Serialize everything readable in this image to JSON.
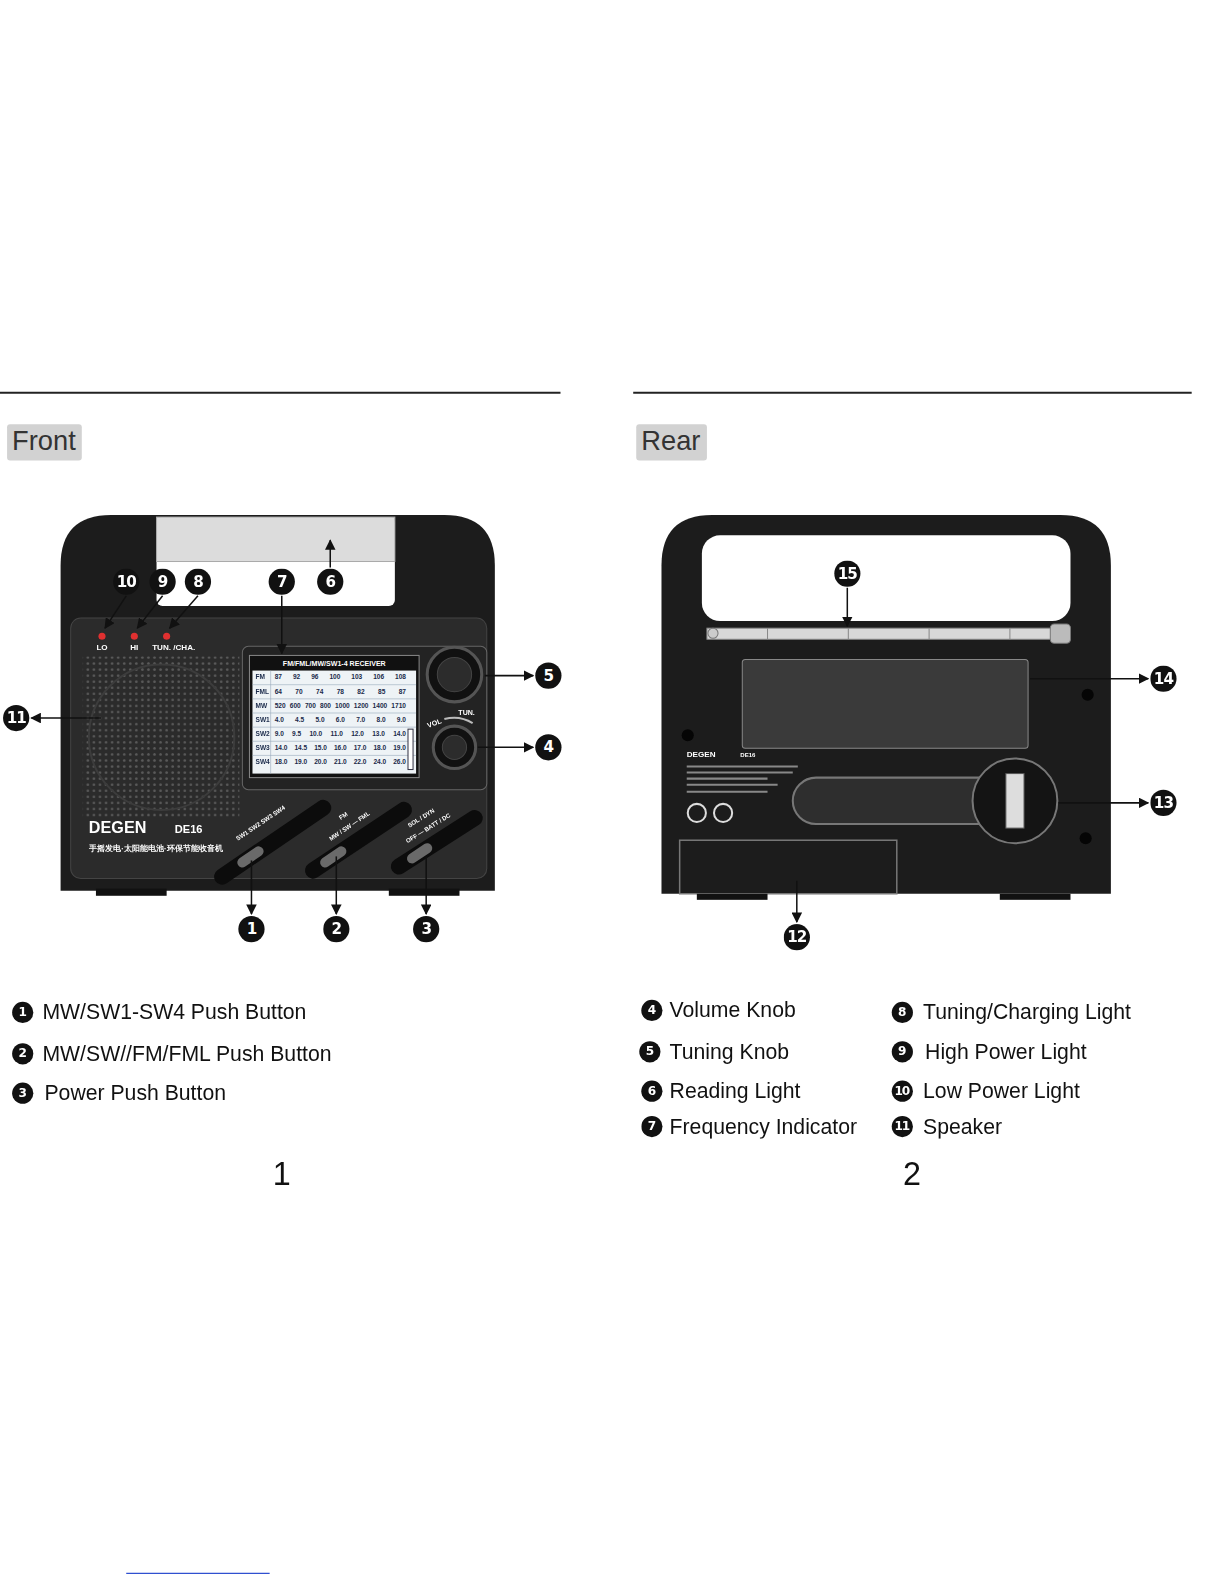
{
  "diagram": {
    "nodes": [
      {
        "text": [
          "Front"
        ]
      },
      {
        "text": [
          "Rear"
        ]
      }
    ],
    "labels": [
      "10",
      "9",
      "8",
      "7",
      "6",
      "11",
      "5",
      "4",
      "1",
      "2",
      "3",
      "LO",
      "HI",
      "TUN. /CHA.",
      "FM/FML/MW/SW1-4 RECEIVER",
      "FM",
      "87 92 96 100 103 106 108",
      "FML",
      "64 70 74 78 82 85 87",
      "MW",
      "520 600 700 800 1000 1200 1400 1710",
      "SW1",
      "4.0 4.5 5.0 6.0 7.0 8.0 9.0",
      "SW2",
      "9.0 9.5 10.0 11.0 12.0 13.0 14.0",
      "SW3",
      "14.0 14.5 15.0 16.0 17.0 18.0 19.0",
      "SW4",
      "18.0 19.0 20.0 21.0 22.0 24.0 26.0",
      "TUN.",
      "VOL",
      "DEGEN",
      "DE16",
      "手摇发电·太阳能电池·环保节能收音机",
      "SW1 SW2 SW3 SW4",
      "FM",
      "MW / SW — FML",
      "SOL / DYN",
      "OFF — BATT / DC",
      "15",
      "14",
      "13",
      "12",
      "DEGEN",
      "DE16",
      "1",
      "MW/SW1-SW4 Push Button",
      "2",
      "MW/SW//FM/FML Push Button",
      "3",
      "Power Push Button",
      "4",
      "Volume Knob",
      "5",
      "Tuning Knob",
      "6",
      "Reading Light",
      "7",
      "Frequency Indicator",
      "8",
      "Tuning/Charging Light",
      "9",
      "High Power Light",
      "10",
      "Low Power Light",
      "11",
      "Speaker",
      "1",
      "2"
    ]
  }
}
